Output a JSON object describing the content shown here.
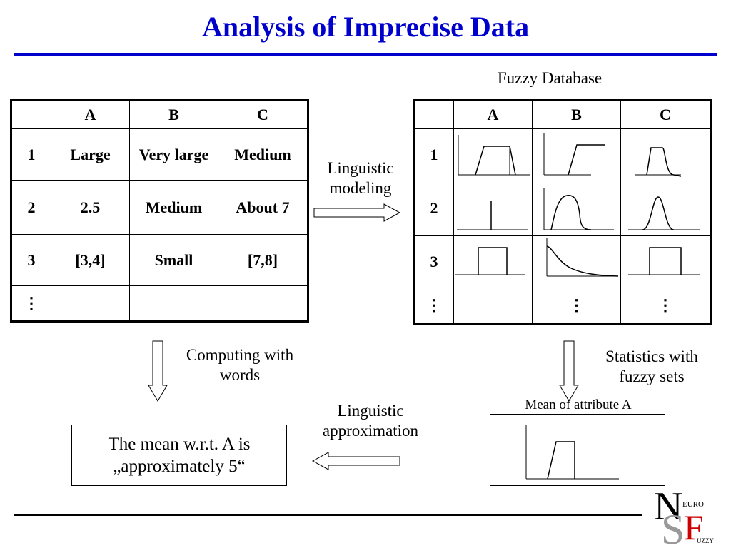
{
  "title": "Analysis of Imprecise Data",
  "left_table": {
    "headers": [
      "",
      "A",
      "B",
      "C"
    ],
    "rows": [
      [
        "1",
        "Large",
        "Very large",
        "Medium"
      ],
      [
        "2",
        "2.5",
        "Medium",
        "About 7"
      ],
      [
        "3",
        "[3,4]",
        "Small",
        "[7,8]"
      ],
      [
        "⋮",
        "",
        "",
        ""
      ]
    ]
  },
  "fuzzy_database": {
    "label": "Fuzzy Database",
    "headers": [
      "",
      "A",
      "B",
      "C"
    ],
    "row_labels": [
      "1",
      "2",
      "3",
      "⋮"
    ],
    "cell_shapes": [
      [
        "trapezoid",
        "ramp",
        "bell-trapezoid"
      ],
      [
        "singleton",
        "bell",
        "gaussian"
      ],
      [
        "interval",
        "decreasing",
        "interval"
      ],
      [
        "",
        "⋮",
        "⋮"
      ]
    ]
  },
  "labels": {
    "linguistic_modeling": [
      "Linguistic",
      "modeling"
    ],
    "computing_with_words": [
      "Computing with",
      "words"
    ],
    "statistics_with_fuzzy_sets": [
      "Statistics with",
      "fuzzy sets"
    ],
    "mean_of_attribute": "Mean of attribute A",
    "linguistic_approximation": [
      "Linguistic",
      "approximation"
    ]
  },
  "result": [
    "The mean w.r.t.  A is",
    "„approximately 5“"
  ],
  "logo": {
    "letters": [
      "N",
      "EURO",
      "S",
      "F",
      "UZZY"
    ],
    "colors": {
      "primary": "#000000",
      "accent": "#cc0000",
      "shadow": "#999999"
    }
  },
  "colors": {
    "title": "#0000cc",
    "rule": "#0000cc"
  }
}
